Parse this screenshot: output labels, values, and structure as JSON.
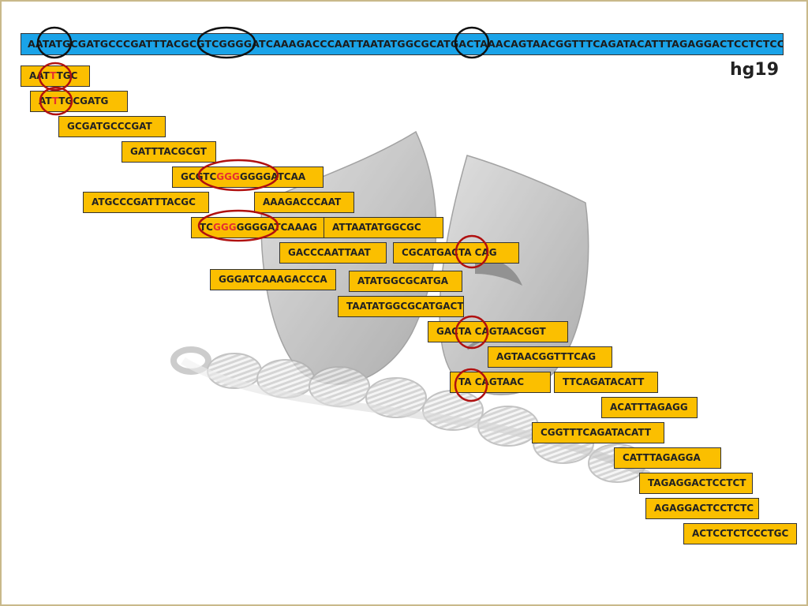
{
  "reference": {
    "label": "hg19",
    "sequence": "AATATGCGATGCCCGATTTACGCGTCGGGGATCAAAGACCCAATTAATATGGCGCATGACTAAACAGTAACGGTTTCAGATACATTTAGAGGACTCCTCTCCCTGC"
  },
  "reads": [
    {
      "pre": "AAT",
      "hl": "T",
      "post": "TGC"
    },
    {
      "pre": "AT",
      "hl": "T",
      "post": "TGCGATG"
    },
    {
      "pre": "GCGATGCCCGAT",
      "hl": "",
      "post": ""
    },
    {
      "pre": "GATTTACGCGT",
      "hl": "",
      "post": ""
    },
    {
      "pre": "GCGTC",
      "hl": "GGG",
      "post": "GGGGATCAA"
    },
    {
      "pre": "ATGCCCGATTTACGC",
      "hl": "",
      "post": ""
    },
    {
      "pre": "AAAGACCCAAT",
      "hl": "",
      "post": ""
    },
    {
      "pre": "TC",
      "hl": "GGG",
      "post": "GGGGATCAAAG"
    },
    {
      "pre": "ATTAATATGGCGC",
      "hl": "",
      "post": ""
    },
    {
      "pre": "GACCCAATTAAT",
      "hl": "",
      "post": ""
    },
    {
      "pre": "CGCATGACTA CAG",
      "hl": "",
      "post": ""
    },
    {
      "pre": "GGGATCAAAGACCCA",
      "hl": "",
      "post": ""
    },
    {
      "pre": "ATATGGCGCATGA",
      "hl": "",
      "post": ""
    },
    {
      "pre": "TAATATGGCGCATGACT",
      "hl": "",
      "post": ""
    },
    {
      "pre": "GACTA CAGTAACGGT",
      "hl": "",
      "post": ""
    },
    {
      "pre": "AGTAACGGTTTCAG",
      "hl": "",
      "post": ""
    },
    {
      "pre": "TA CAGTAAC",
      "hl": "",
      "post": ""
    },
    {
      "pre": "TTCAGATACATT",
      "hl": "",
      "post": ""
    },
    {
      "pre": "ACATTTAGAGG",
      "hl": "",
      "post": ""
    },
    {
      "pre": "CGGTTTCAGATACATT",
      "hl": "",
      "post": ""
    },
    {
      "pre": "CATTTAGAGGA",
      "hl": "",
      "post": ""
    },
    {
      "pre": "TAGAGGACTCCTCT",
      "hl": "",
      "post": ""
    },
    {
      "pre": "AGAGGACTCCTCTC",
      "hl": "",
      "post": ""
    },
    {
      "pre": "ACTCCTCTCCCTGC",
      "hl": "",
      "post": ""
    }
  ],
  "colors": {
    "reference_fill": "#1aa3e8",
    "read_fill": "#fbbf00",
    "variant_text": "#e53030",
    "reference_circle": "#111111",
    "read_circle": "#b01010"
  }
}
